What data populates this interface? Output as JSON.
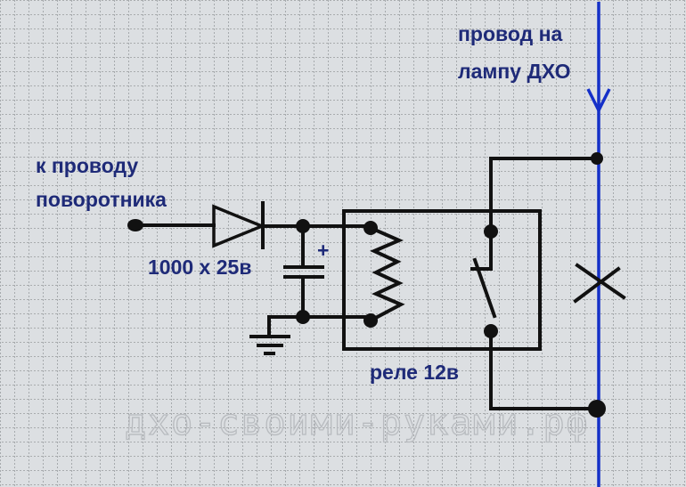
{
  "labels": {
    "dro_wire_line1": "провод на",
    "dro_wire_line2": "лампу ДХО",
    "turn_signal_line1": "к проводу",
    "turn_signal_line2": "поворотника",
    "capacitor": "1000 х 25в",
    "capacitor_polarity": "+",
    "relay": "реле 12в",
    "watermark": "дхо-своими-руками.рф"
  },
  "components": [
    "diode",
    "electrolytic-capacitor",
    "ground",
    "relay-coil",
    "relay-switch",
    "dro-lamp-wire",
    "wire-break-mark"
  ],
  "colors": {
    "background": "#dcdfe2",
    "grid": "#8a8d90",
    "label_text": "#1e2a78",
    "wire": "#111111",
    "lamp_wire": "#1530c8"
  }
}
